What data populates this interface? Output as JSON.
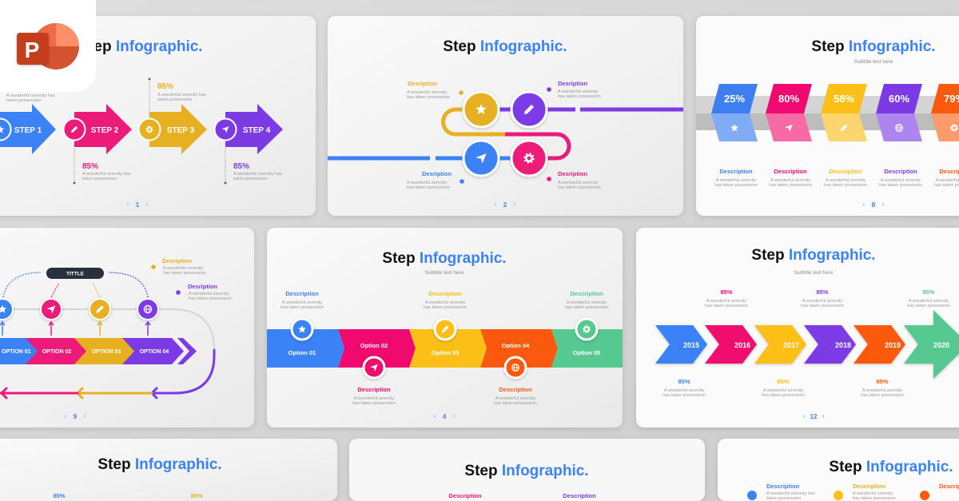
{
  "logo": {
    "icon": "powerpoint-logo",
    "letter": "P"
  },
  "colors": {
    "blue": "#3b82f6",
    "pink": "#f0096e",
    "yellow": "#fbbf18",
    "gold": "#e6b020",
    "purple": "#7c3ae5",
    "orange": "#fb5a0e",
    "green": "#56c991",
    "dark": "#27303c"
  },
  "title": {
    "a": "Step",
    "b": "Infographic."
  },
  "subtitle": "Subtitle text here",
  "note": {
    "line1": "A wonderful serenity has",
    "line2": "taken possession",
    "short1": "A wonderful serenity",
    "short2": "has taken possession"
  },
  "slide_1": {
    "page": "1",
    "steps": [
      "STEP 1",
      "STEP 2",
      "STEP 3",
      "STEP 4"
    ],
    "values": [
      "85%",
      "85%",
      "85%"
    ]
  },
  "slide_2": {
    "page": "2",
    "labels": [
      "Desription",
      "Desription",
      "Desription",
      "Desription"
    ]
  },
  "slide_8": {
    "page": "8",
    "values": [
      "25%",
      "80%",
      "58%",
      "60%",
      "79%"
    ],
    "labels": [
      "Description",
      "Description",
      "Description",
      "Description",
      "Description"
    ]
  },
  "slide_9": {
    "page": "9",
    "pill": "TITTLE",
    "options": [
      "OPTION 01",
      "OPTION 02",
      "OPTION 03",
      "OPTION 04"
    ],
    "labels": [
      "Desription",
      "Desription"
    ]
  },
  "slide_4": {
    "page": "4",
    "options": [
      "Option 01",
      "Option 02",
      "Option 03",
      "Option 04",
      "Option 05"
    ],
    "labels": [
      "Description",
      "Description",
      "Description",
      "Description",
      "Description"
    ]
  },
  "slide_12": {
    "page": "12",
    "years": [
      "2015",
      "2016",
      "2017",
      "2018",
      "2019",
      "2020"
    ],
    "values": [
      "85%",
      "85%",
      "85%",
      "85%",
      "85%",
      "85%"
    ]
  },
  "slide_row3a": {
    "values": [
      "85%",
      "85%"
    ]
  },
  "slide_row3b": {
    "labels": [
      "Description",
      "Description"
    ]
  },
  "slide_row3c": {
    "labels": [
      "Description",
      "Description",
      "Description"
    ]
  }
}
